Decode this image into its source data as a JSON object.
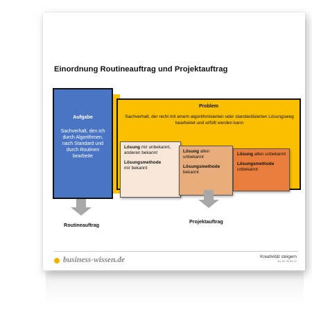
{
  "title": "Einordnung Routineauftrag und Projektauftrag",
  "aufgabe": {
    "title": "Aufgabe",
    "description": "Sachverhalt, den ich durch Algorithmen, nach Standard und durch Routinen bearbeite"
  },
  "problem": {
    "title": "Problem",
    "description": "Sachverhalt, der nicht mit einem algorithmisierten oder standardisierten Lösungsweg bearbeitet und erfüllt werden kann",
    "solutions": [
      {
        "loesung_label": "Lösung",
        "loesung_text": "mir unbekannt, anderen bekannt",
        "methode_label": "Lösungsmethode",
        "methode_text": "mir bekannt",
        "color": "#f6e7d8"
      },
      {
        "loesung_label": "Lösung",
        "loesung_text": "allen unbekannt",
        "methode_label": "Lösungsmethode",
        "methode_text": "bekannt",
        "color": "#e9ad7c"
      },
      {
        "loesung_label": "Lösung",
        "loesung_text": "allen unbekannt",
        "methode_label": "Lösungsmethode",
        "methode_text": "unbekannt",
        "color": "#e97e3c"
      }
    ]
  },
  "labels": {
    "routine": "Routineauftrag",
    "projekt": "Projektauftrag"
  },
  "footer": {
    "brand": "business-wissen.de",
    "doc_title": "Kreativität steigern",
    "art_no": "Art.-Nr. 95-DN 12"
  },
  "colors": {
    "aufgabe_blue": "#4a74c4",
    "problem_yellow": "#f9bf00",
    "arrow_gray": "#a8a8a8",
    "brand_dot": "#f0b400"
  }
}
